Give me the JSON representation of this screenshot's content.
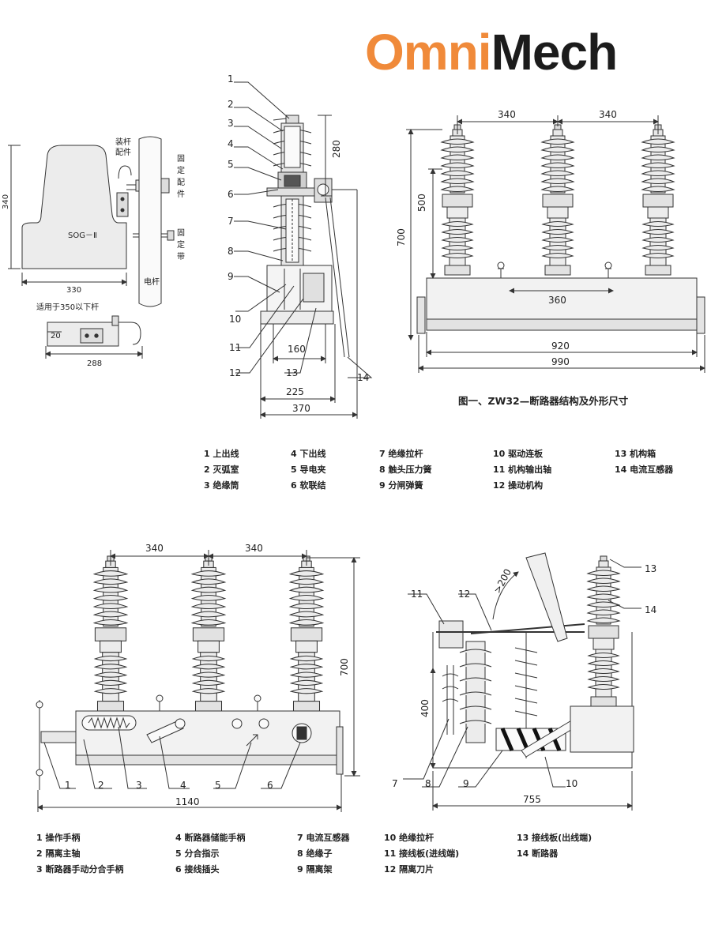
{
  "brand": {
    "part1": "Omni",
    "part2": "Mech",
    "color_part1": "#f08a3a",
    "color_part2": "#1c1c1c"
  },
  "fig1_caption": "图一、ZW32—断路器结构及外形尺寸",
  "bracket": {
    "dims": {
      "height": "340",
      "width": "330",
      "base_width": "288",
      "hole_offset": "20"
    },
    "model": "SOG－Ⅱ",
    "labels": {
      "mount_fitting_v": "装杆配件",
      "fix_fitting": "固定配件",
      "fix_strap": "固定带",
      "pole": "电杆"
    },
    "note": "适用于350以下杆"
  },
  "section": {
    "callouts": [
      "1",
      "2",
      "3",
      "4",
      "5",
      "6",
      "7",
      "8",
      "9",
      "10",
      "11",
      "12",
      "13",
      "14"
    ],
    "dims": {
      "top": "280",
      "d160": "160",
      "d225": "225",
      "d370": "370"
    }
  },
  "front_top": {
    "dims": {
      "p1": "340",
      "p2": "340",
      "h500": "500",
      "h700": "700",
      "d360": "360",
      "d920": "920",
      "d990": "990"
    }
  },
  "legend1": [
    [
      "1 上出线",
      "2 灭弧室",
      "3 绝缘筒"
    ],
    [
      "4 下出线",
      "5 导电夹",
      "6 软联结"
    ],
    [
      "7 绝缘拉杆",
      "8 触头压力簧",
      "9 分闸弹簧"
    ],
    [
      "10 驱动连板",
      "11 机构输出轴",
      "12 操动机构"
    ],
    [
      "13 机构箱",
      "14 电流互感器"
    ]
  ],
  "front_bottom": {
    "dims": {
      "p1": "340",
      "p2": "340",
      "h700": "700",
      "d1140": "1140"
    },
    "callouts": [
      "1",
      "2",
      "3",
      "4",
      "5",
      "6"
    ]
  },
  "side_bottom": {
    "dims": {
      "angle": ">200",
      "h400": "400",
      "d755": "755"
    },
    "callouts": [
      "7",
      "8",
      "9",
      "10",
      "11",
      "12",
      "13",
      "14"
    ]
  },
  "legend2": [
    [
      "1 操作手柄",
      "2 隔离主轴",
      "3 断路器手动分合手柄"
    ],
    [
      "4 断路器储能手柄",
      "5 分合指示",
      "6 接线插头"
    ],
    [
      "7 电流互感器",
      "8 绝缘子",
      "9 隔离架"
    ],
    [
      "10 绝缘拉杆",
      "11 接线板(进线端)",
      "12 隔离刀片"
    ],
    [
      "13 接线板(出线端)",
      "14 断路器"
    ]
  ]
}
